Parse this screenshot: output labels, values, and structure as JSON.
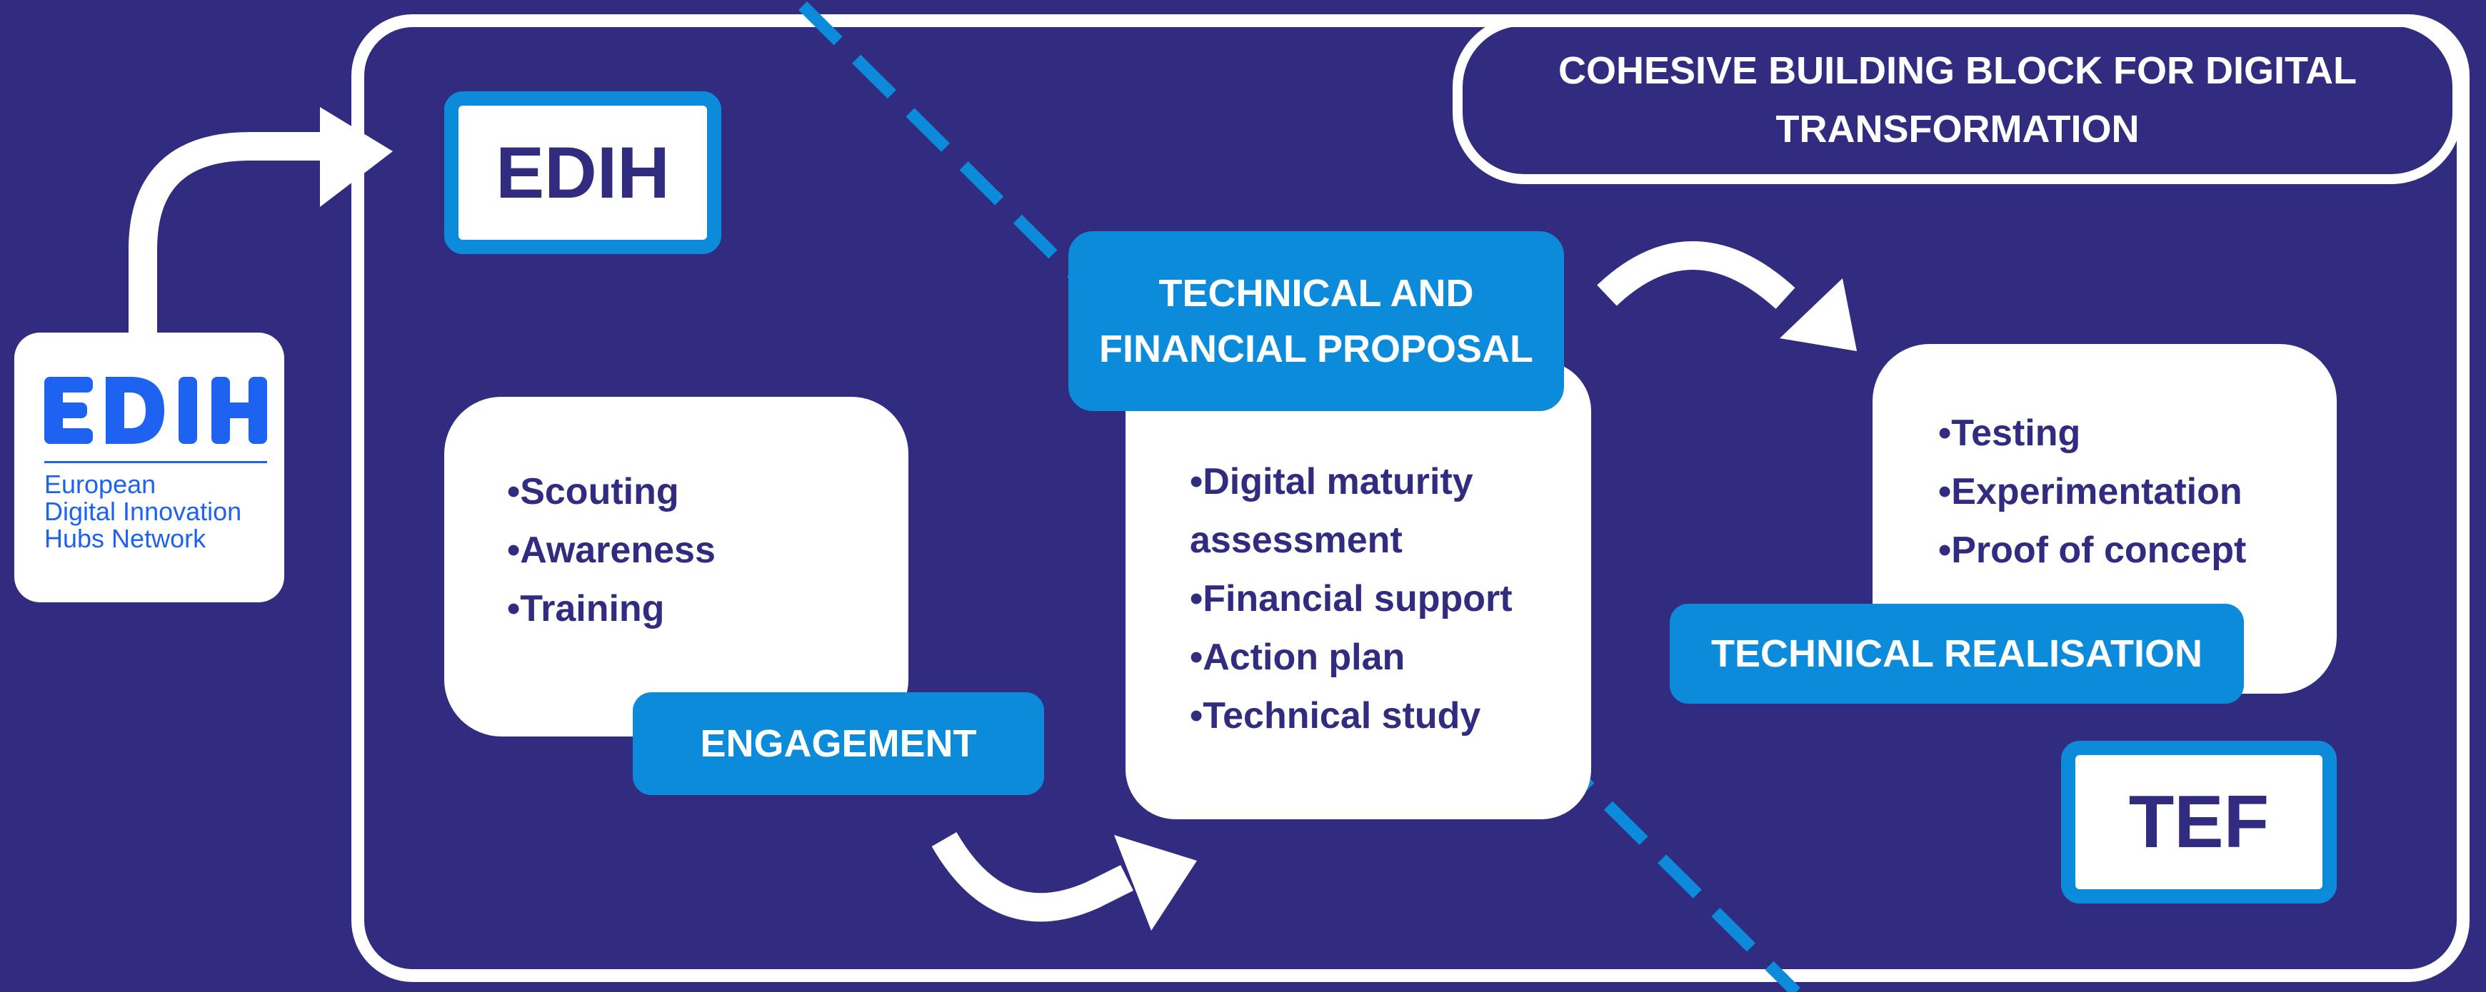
{
  "logo": {
    "mark": "EDIH",
    "subtitle": "European\nDigital Innovation\nHubs Network"
  },
  "header": {
    "title": "COHESIVE BUILDING BLOCK FOR DIGITAL\nTRANSFORMATION"
  },
  "edih_tag": "EDIH",
  "tef_tag": "TEF",
  "engagement": {
    "label": "ENGAGEMENT",
    "items": [
      "•Scouting",
      "•Awareness",
      "•Training"
    ]
  },
  "proposal": {
    "label": "TECHNICAL AND\nFINANCIAL PROPOSAL",
    "items": [
      "•Digital maturity",
      "assessment",
      "•Financial support",
      "•Action plan",
      "•Technical study"
    ]
  },
  "realisation": {
    "label": "TECHNICAL REALISATION",
    "items": [
      "•Testing",
      "•Experimentation",
      "•Proof of concept"
    ]
  },
  "colors": {
    "background": "#322c80",
    "accent": "#0d8bdb",
    "text_dark": "#322c80",
    "white": "#ffffff",
    "logo_blue": "#1d62f0"
  }
}
